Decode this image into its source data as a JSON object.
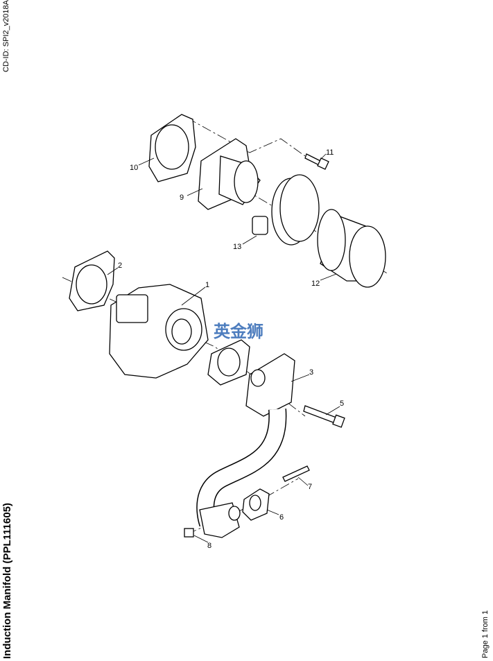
{
  "header": {
    "cd_id": "CD-ID: SPI2_v2018A"
  },
  "title": "Induction Manifold (PPL111605)",
  "footer": {
    "page": "Page 1 from 1"
  },
  "watermark": "英金狮",
  "callouts": {
    "c1": "1",
    "c2": "2",
    "c3": "3",
    "c5": "5",
    "c6": "6",
    "c7": "7",
    "c8": "8",
    "c9": "9",
    "c10": "10",
    "c11": "11",
    "c12": "12",
    "c13": "13"
  }
}
